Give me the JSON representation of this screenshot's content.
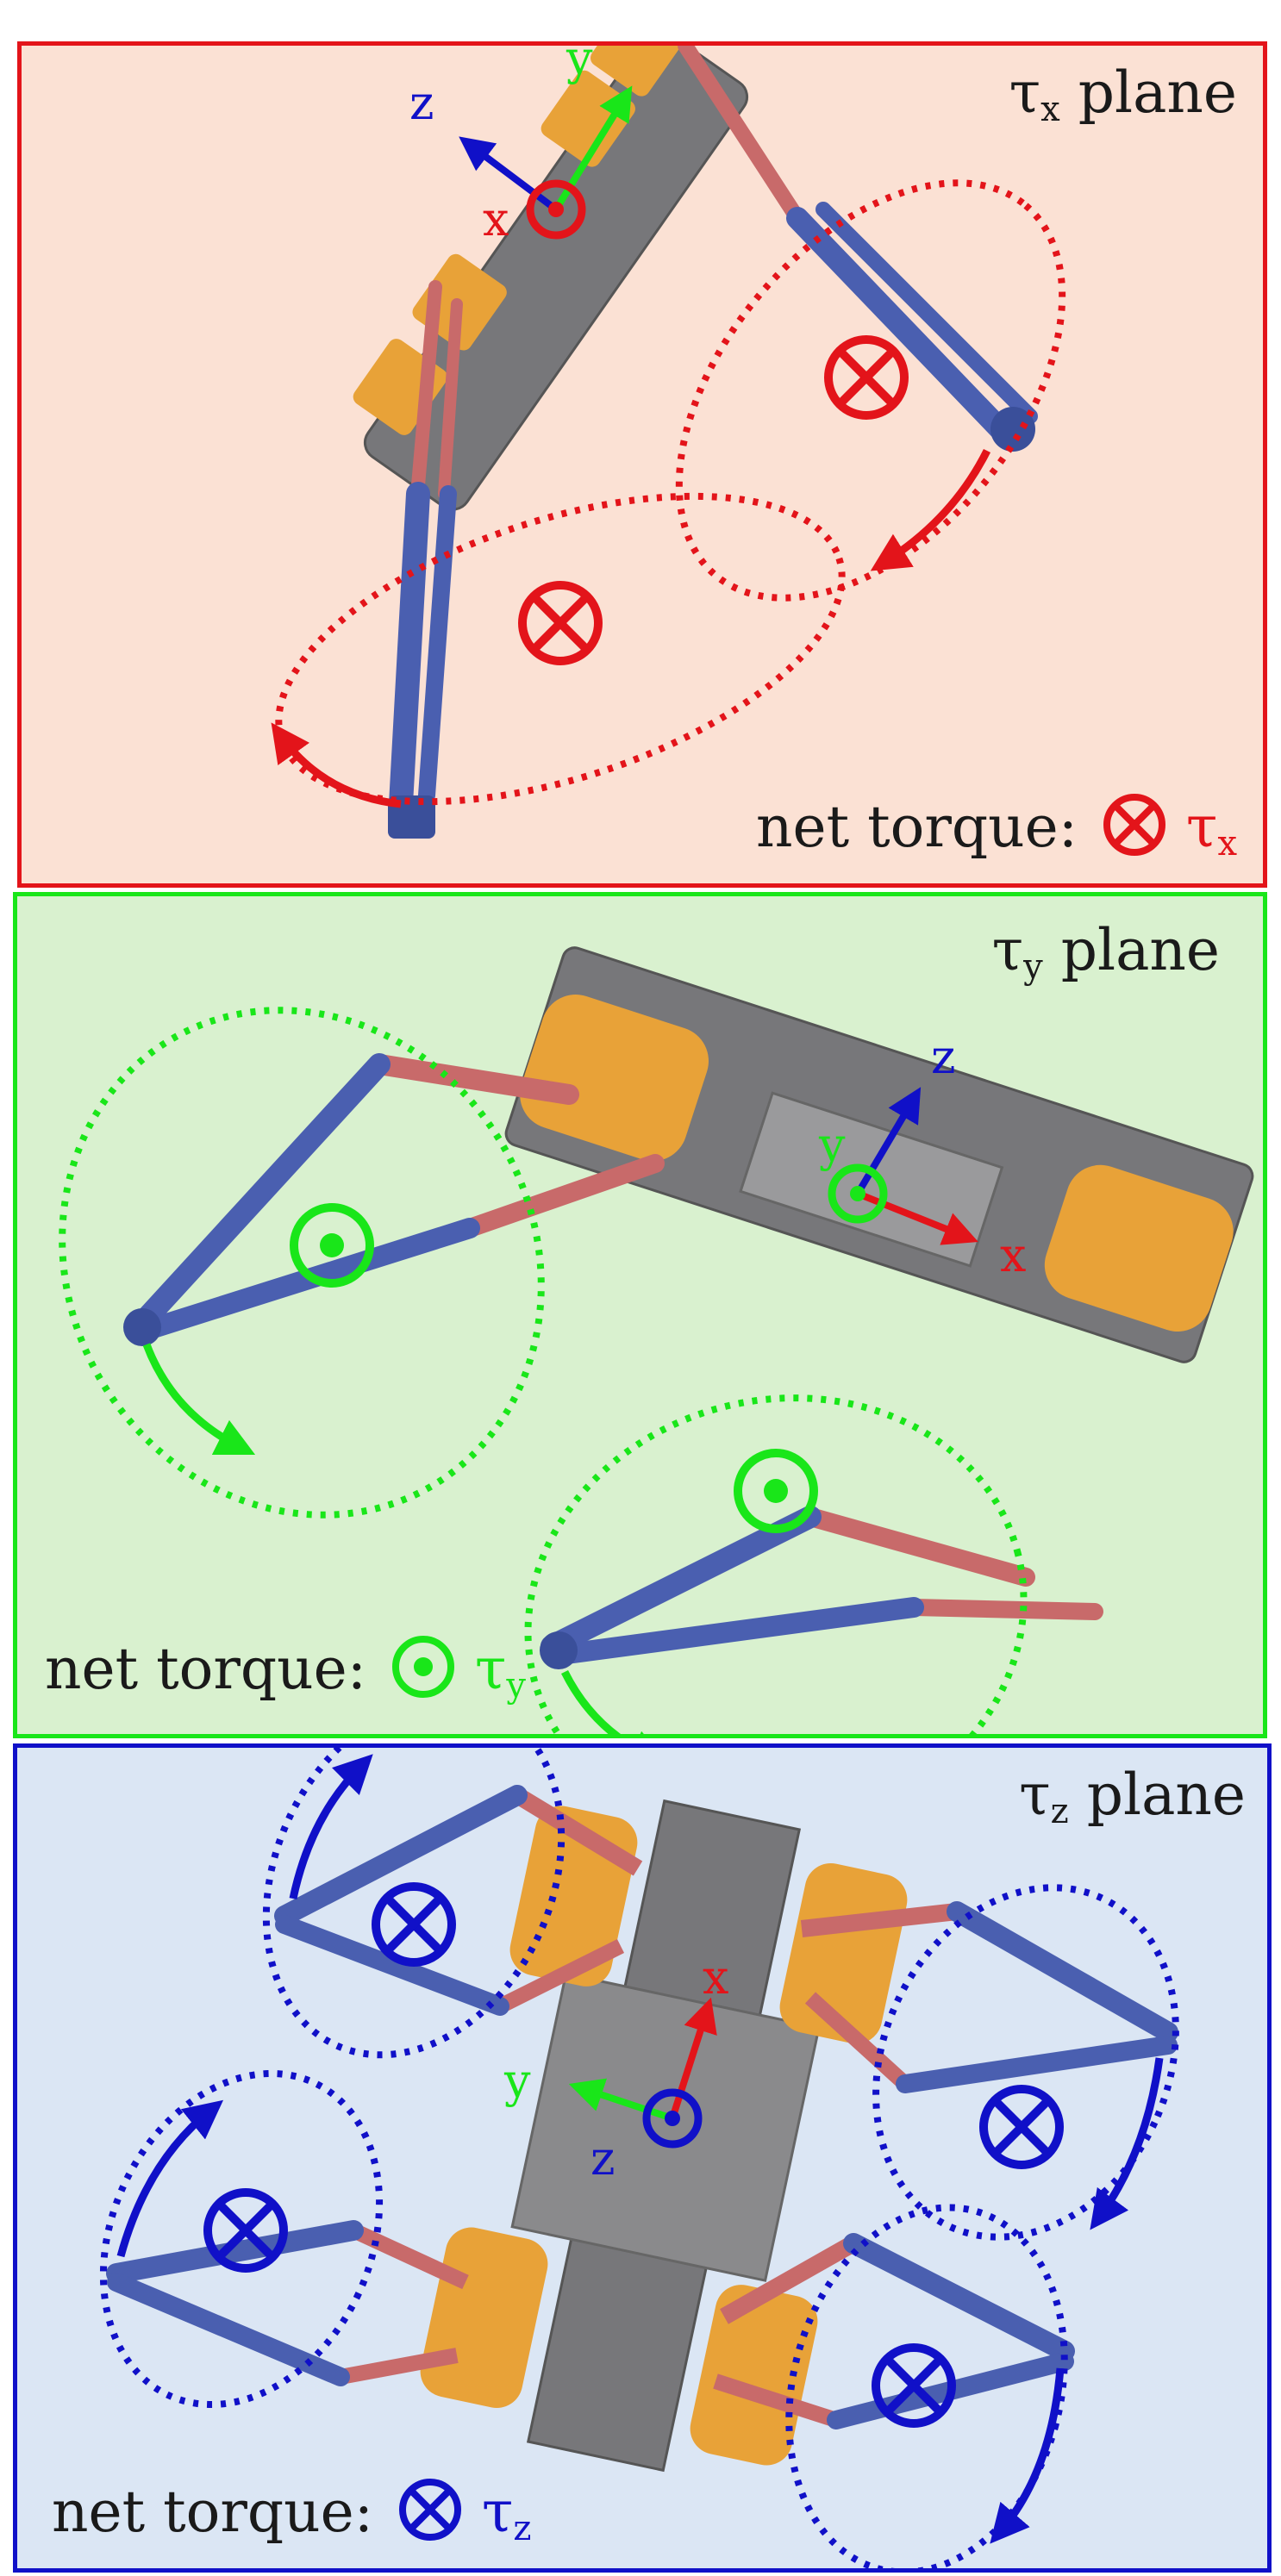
{
  "colors": {
    "red": "#e3141a",
    "green": "#19e619",
    "blue": "#1010c8",
    "panel_x_bg": "#fbe1d4",
    "panel_y_bg": "#d9f1cf",
    "panel_z_bg": "#dbe6f4",
    "leg_blue": "#4a5fb0",
    "link_red": "#c86a6a",
    "motor_orange": "#e8a238",
    "body_gray": "#77777a"
  },
  "panels": {
    "x": {
      "plane_tau": "τ",
      "plane_sub": "x",
      "plane_word": " plane",
      "net_label": "net torque:",
      "net_tau": "τ",
      "net_sub": "x",
      "axes": {
        "x": "x",
        "y": "y",
        "z": "z"
      },
      "torque_symbol": "into-page",
      "net_symbol": "into-page"
    },
    "y": {
      "plane_tau": "τ",
      "plane_sub": "y",
      "plane_word": " plane",
      "net_label": "net torque:",
      "net_tau": "τ",
      "net_sub": "y",
      "axes": {
        "x": "x",
        "y": "y",
        "z": "z"
      },
      "torque_symbol": "out-of-page",
      "net_symbol": "out-of-page"
    },
    "z": {
      "plane_tau": "τ",
      "plane_sub": "z",
      "plane_word": " plane",
      "net_label": "net torque:",
      "net_tau": "τ",
      "net_sub": "z",
      "axes": {
        "x": "x",
        "y": "y",
        "z": "z"
      },
      "torque_symbol": "into-page",
      "net_symbol": "into-page"
    }
  }
}
